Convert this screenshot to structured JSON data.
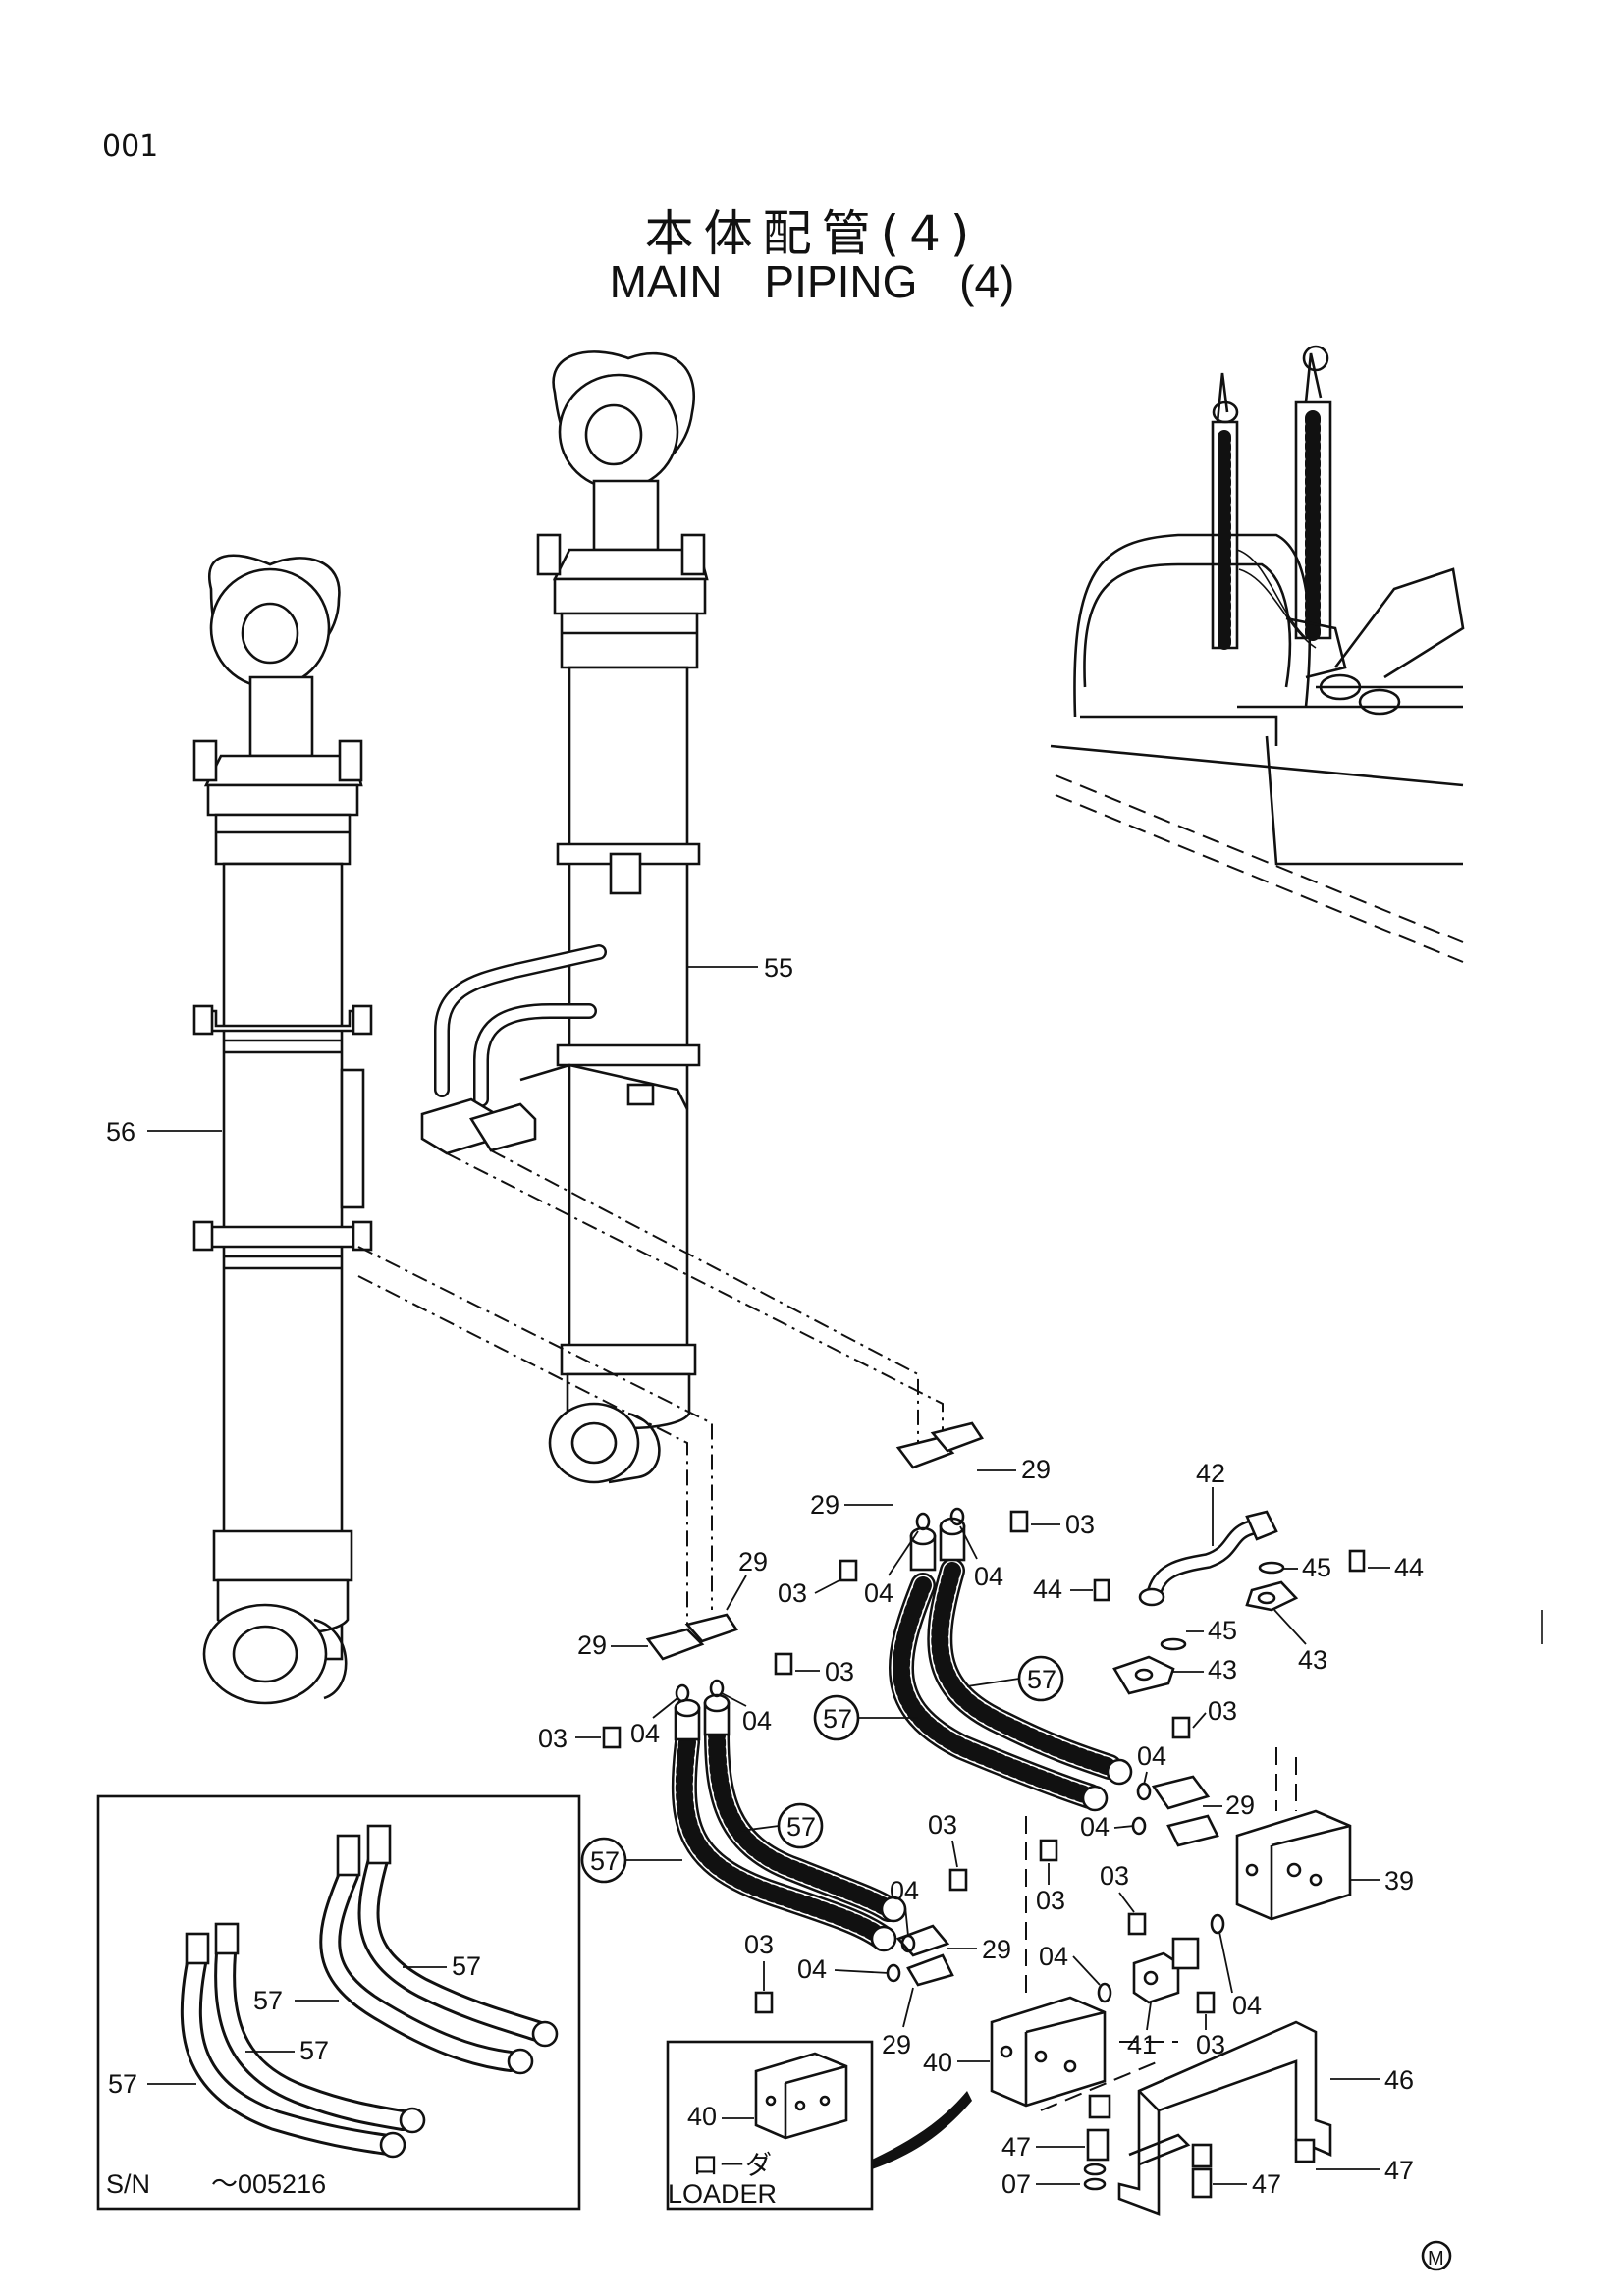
{
  "page_number": "001",
  "title_jp": "本体配管(4)",
  "title_en": "MAIN   PIPING (4)",
  "part_labels": {
    "p55": "55",
    "p56": "56",
    "p42": "42",
    "p29a": "29",
    "p29b": "29",
    "p29c": "29",
    "p29d": "29",
    "p29e": "29",
    "p29f": "29",
    "p29g": "29",
    "p03a": "03",
    "p03b": "03",
    "p03c": "03",
    "p03d": "03",
    "p03e": "03",
    "p03f": "03",
    "p03g": "03",
    "p03h": "03",
    "p03i": "03",
    "p04a": "04",
    "p04b": "04",
    "p04c": "04",
    "p04d": "04",
    "p04e": "04",
    "p04f": "04",
    "p04g": "04",
    "p04h": "04",
    "p04i": "04",
    "p04j": "04",
    "p45a": "45",
    "p45b": "45",
    "p44a": "44",
    "p44b": "44",
    "p43a": "43",
    "p43b": "43",
    "p57a": "57",
    "p57b": "57",
    "p57c": "57",
    "p57d": "57",
    "p39": "39",
    "p40": "40",
    "p41": "41",
    "p46": "46",
    "p47a": "47",
    "p47b": "47",
    "p47c": "47",
    "p07": "07"
  },
  "inset_serial": {
    "sn_label": "S/N",
    "sn_value": "～005216",
    "labels": [
      "57",
      "57",
      "57",
      "57"
    ]
  },
  "inset_loader": {
    "part": "40",
    "caption_jp": "ローダ",
    "caption_en": "LOADER"
  },
  "mark": "M"
}
